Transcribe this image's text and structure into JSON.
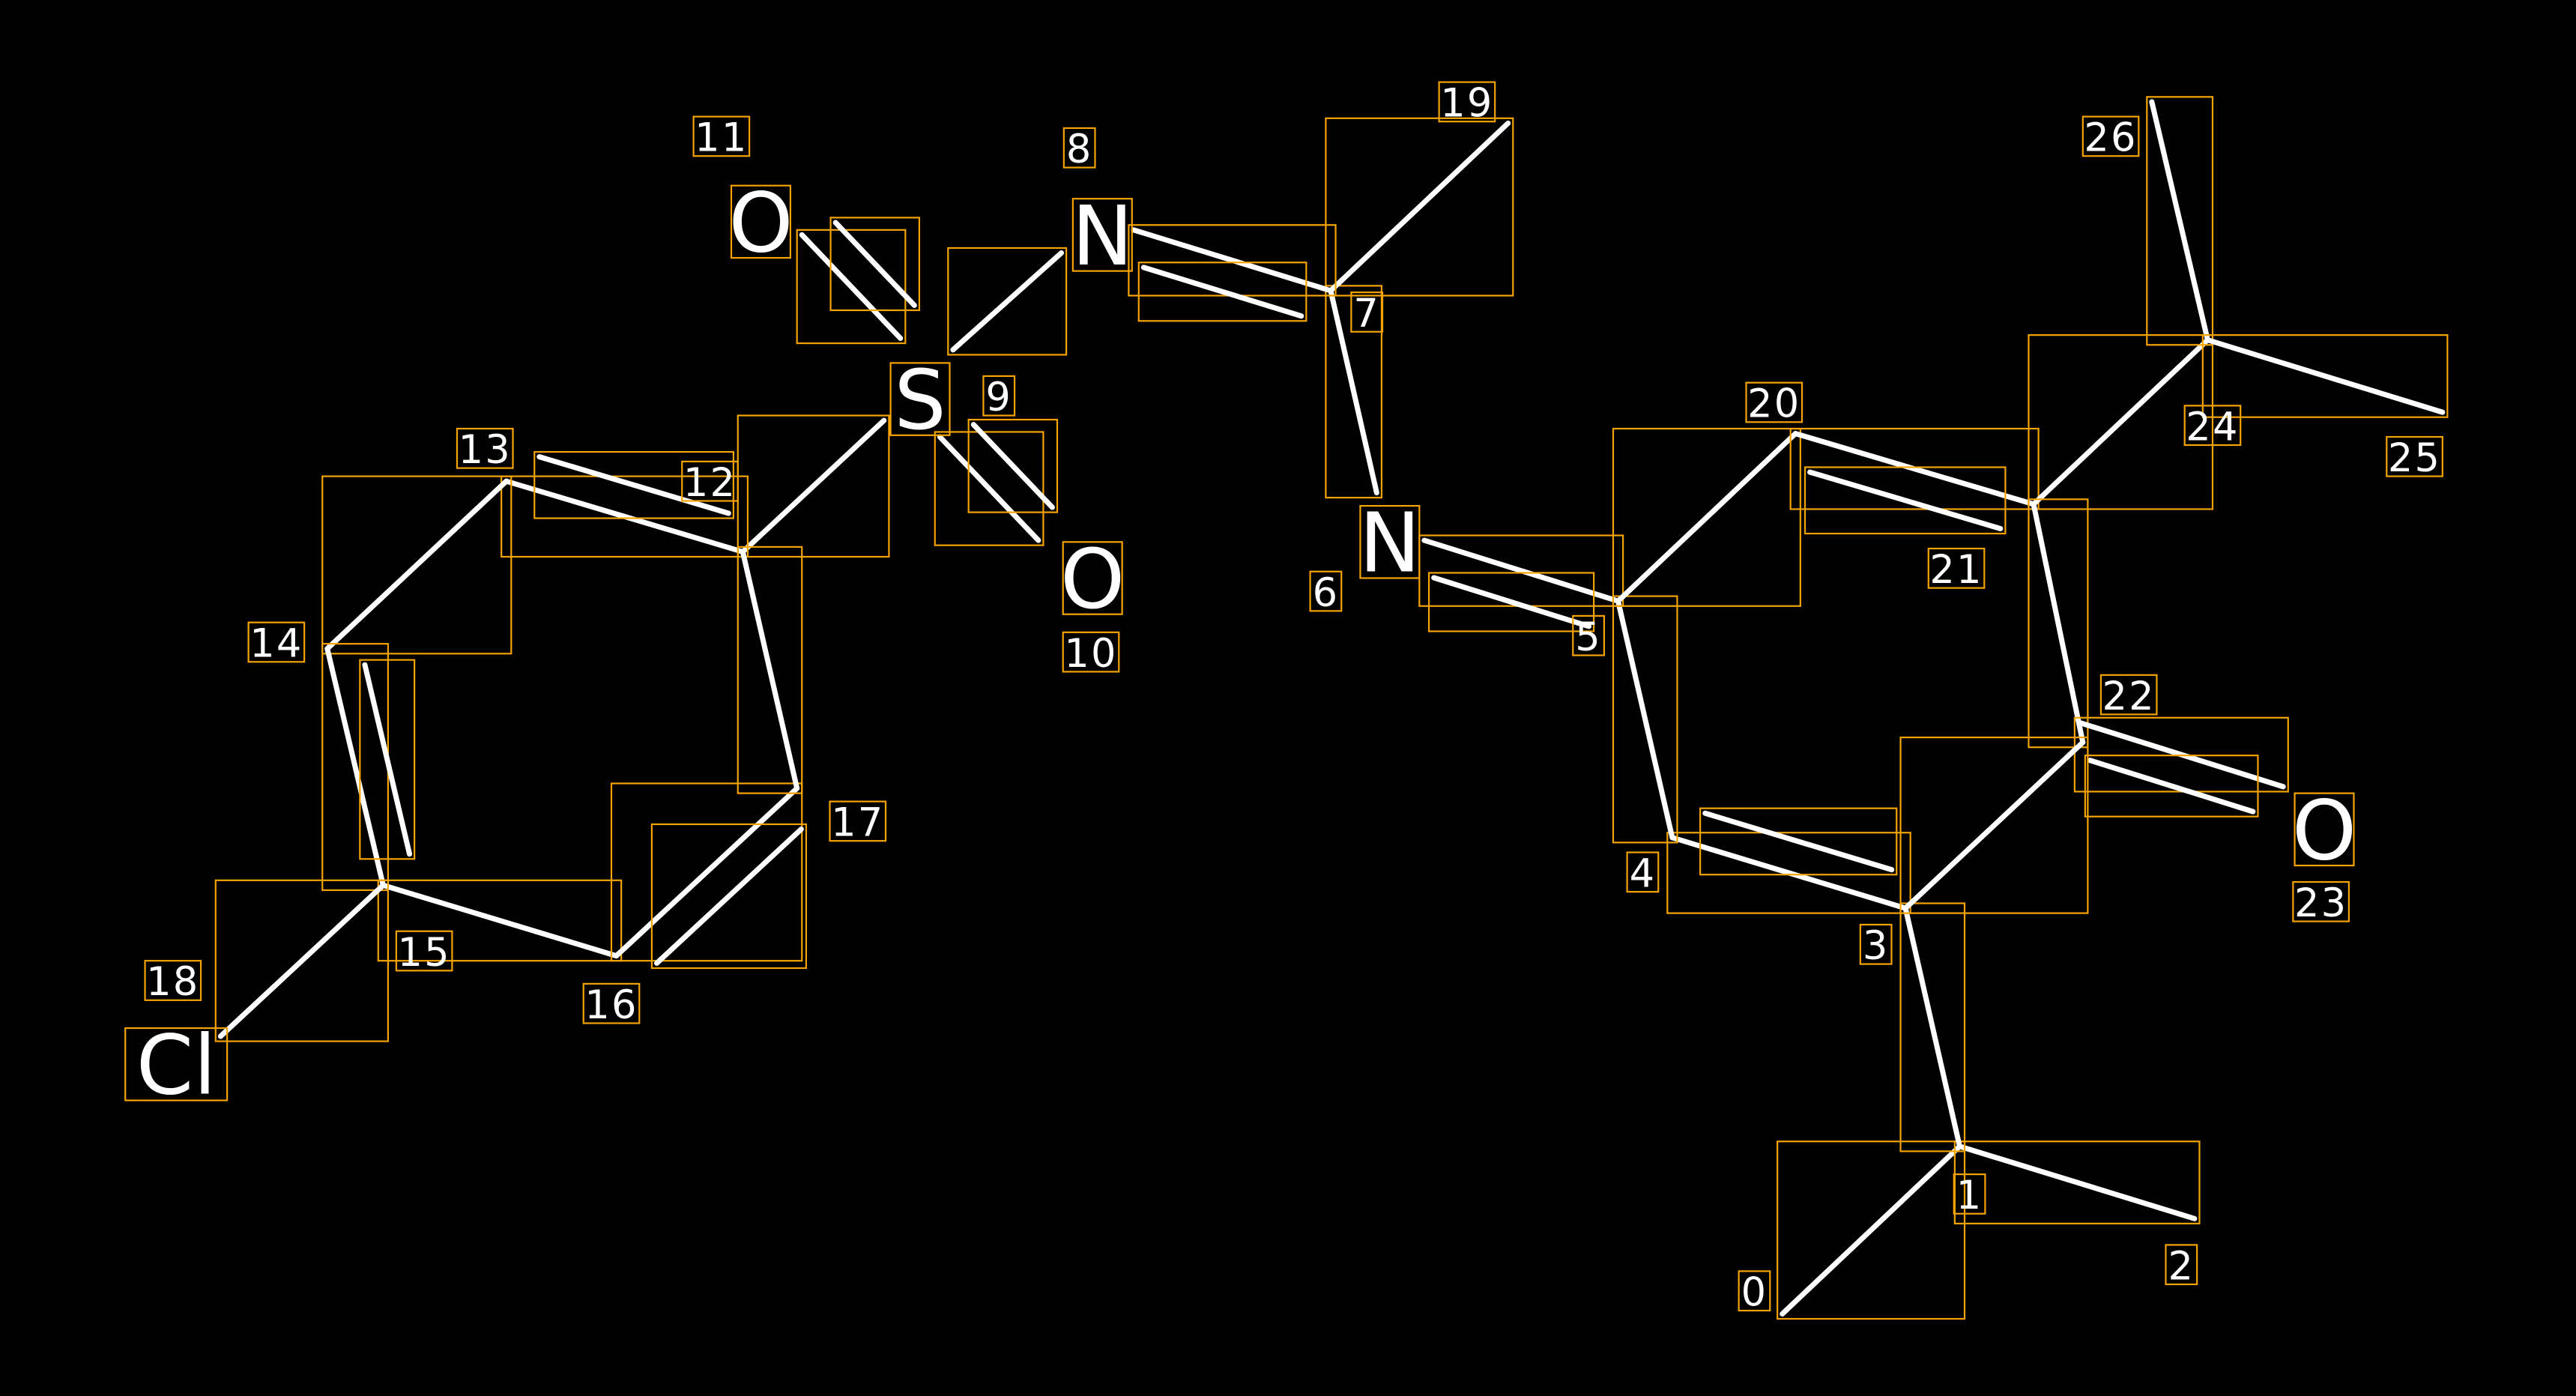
{
  "diagram": {
    "type": "molecule-graph-with-bounding-boxes",
    "colors": {
      "background": "#000000",
      "bond": "#ffffff",
      "box": "#f5a300"
    },
    "atoms": [
      {
        "index": "0",
        "symbol": ""
      },
      {
        "index": "1",
        "symbol": ""
      },
      {
        "index": "2",
        "symbol": ""
      },
      {
        "index": "3",
        "symbol": ""
      },
      {
        "index": "4",
        "symbol": ""
      },
      {
        "index": "5",
        "symbol": ""
      },
      {
        "index": "6",
        "symbol": "N"
      },
      {
        "index": "7",
        "symbol": ""
      },
      {
        "index": "8",
        "symbol": "N"
      },
      {
        "index": "9",
        "symbol": "S"
      },
      {
        "index": "10",
        "symbol": "O"
      },
      {
        "index": "11",
        "symbol": "O"
      },
      {
        "index": "12",
        "symbol": ""
      },
      {
        "index": "13",
        "symbol": ""
      },
      {
        "index": "14",
        "symbol": ""
      },
      {
        "index": "15",
        "symbol": ""
      },
      {
        "index": "16",
        "symbol": ""
      },
      {
        "index": "17",
        "symbol": ""
      },
      {
        "index": "18",
        "symbol": "Cl"
      },
      {
        "index": "19",
        "symbol": ""
      },
      {
        "index": "20",
        "symbol": ""
      },
      {
        "index": "21",
        "symbol": ""
      },
      {
        "index": "22",
        "symbol": ""
      },
      {
        "index": "23",
        "symbol": "O"
      },
      {
        "index": "24",
        "symbol": ""
      },
      {
        "index": "25",
        "symbol": ""
      },
      {
        "index": "26",
        "symbol": ""
      }
    ],
    "bonds": [
      [
        0,
        1,
        1
      ],
      [
        1,
        2,
        1
      ],
      [
        1,
        3,
        1
      ],
      [
        3,
        4,
        2
      ],
      [
        4,
        5,
        1
      ],
      [
        5,
        6,
        2
      ],
      [
        6,
        7,
        1
      ],
      [
        7,
        19,
        1
      ],
      [
        7,
        8,
        2
      ],
      [
        8,
        9,
        1
      ],
      [
        9,
        11,
        2
      ],
      [
        9,
        10,
        2
      ],
      [
        9,
        12,
        1
      ],
      [
        12,
        13,
        2
      ],
      [
        13,
        14,
        1
      ],
      [
        14,
        15,
        2
      ],
      [
        15,
        16,
        1
      ],
      [
        16,
        17,
        2
      ],
      [
        17,
        12,
        1
      ],
      [
        15,
        18,
        1
      ],
      [
        5,
        20,
        1
      ],
      [
        20,
        21,
        2
      ],
      [
        21,
        24,
        1
      ],
      [
        24,
        26,
        1
      ],
      [
        24,
        25,
        1
      ],
      [
        21,
        22,
        1
      ],
      [
        22,
        23,
        2
      ],
      [
        22,
        3,
        1
      ]
    ]
  }
}
